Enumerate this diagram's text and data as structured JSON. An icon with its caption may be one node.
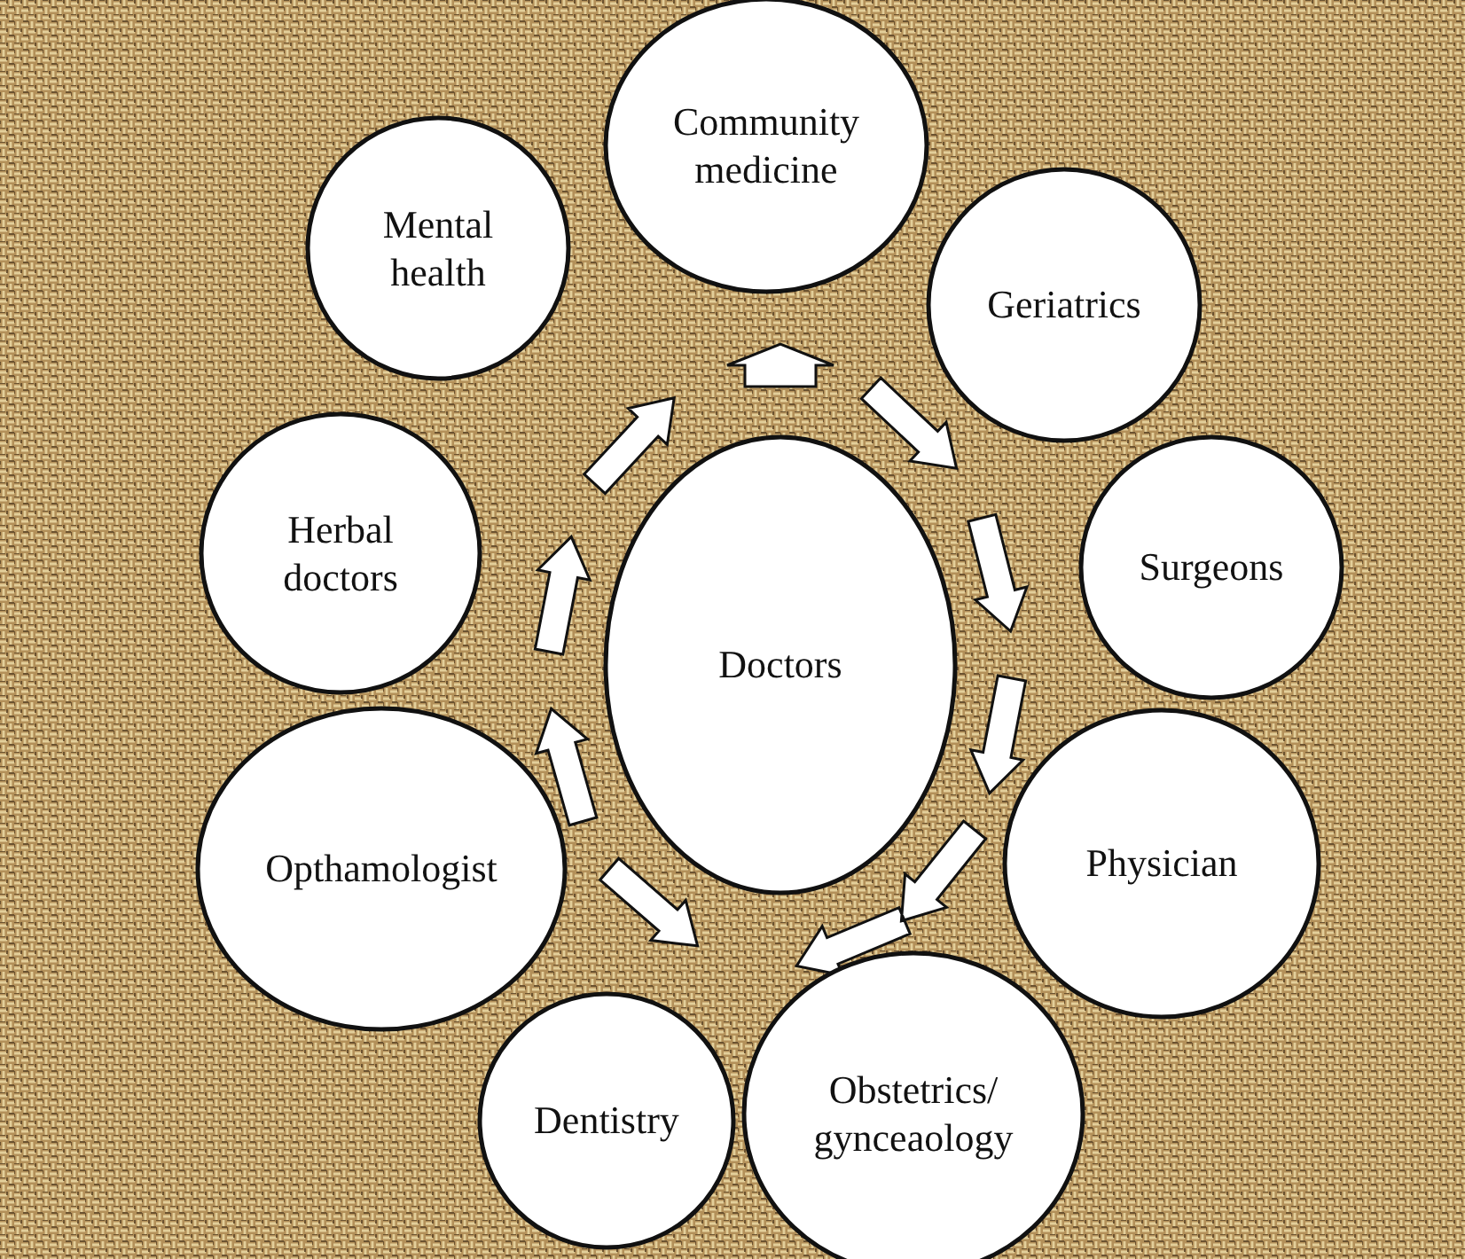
{
  "diagram": {
    "nodes": [
      {
        "text": [
          "Community medicine"
        ]
      },
      {
        "text": [
          "Mental health"
        ]
      },
      {
        "text": [
          "Geriatrics"
        ]
      },
      {
        "text": [
          "Herbal doctors"
        ]
      },
      {
        "text": [
          "Doctors"
        ]
      },
      {
        "text": [
          "Surgeons"
        ]
      },
      {
        "text": [
          "Opthamologist"
        ]
      },
      {
        "text": [
          "Physician"
        ]
      },
      {
        "text": [
          "Dentistry"
        ]
      },
      {
        "text": [
          "Obstetrics/ gynceaology"
        ]
      }
    ]
  }
}
